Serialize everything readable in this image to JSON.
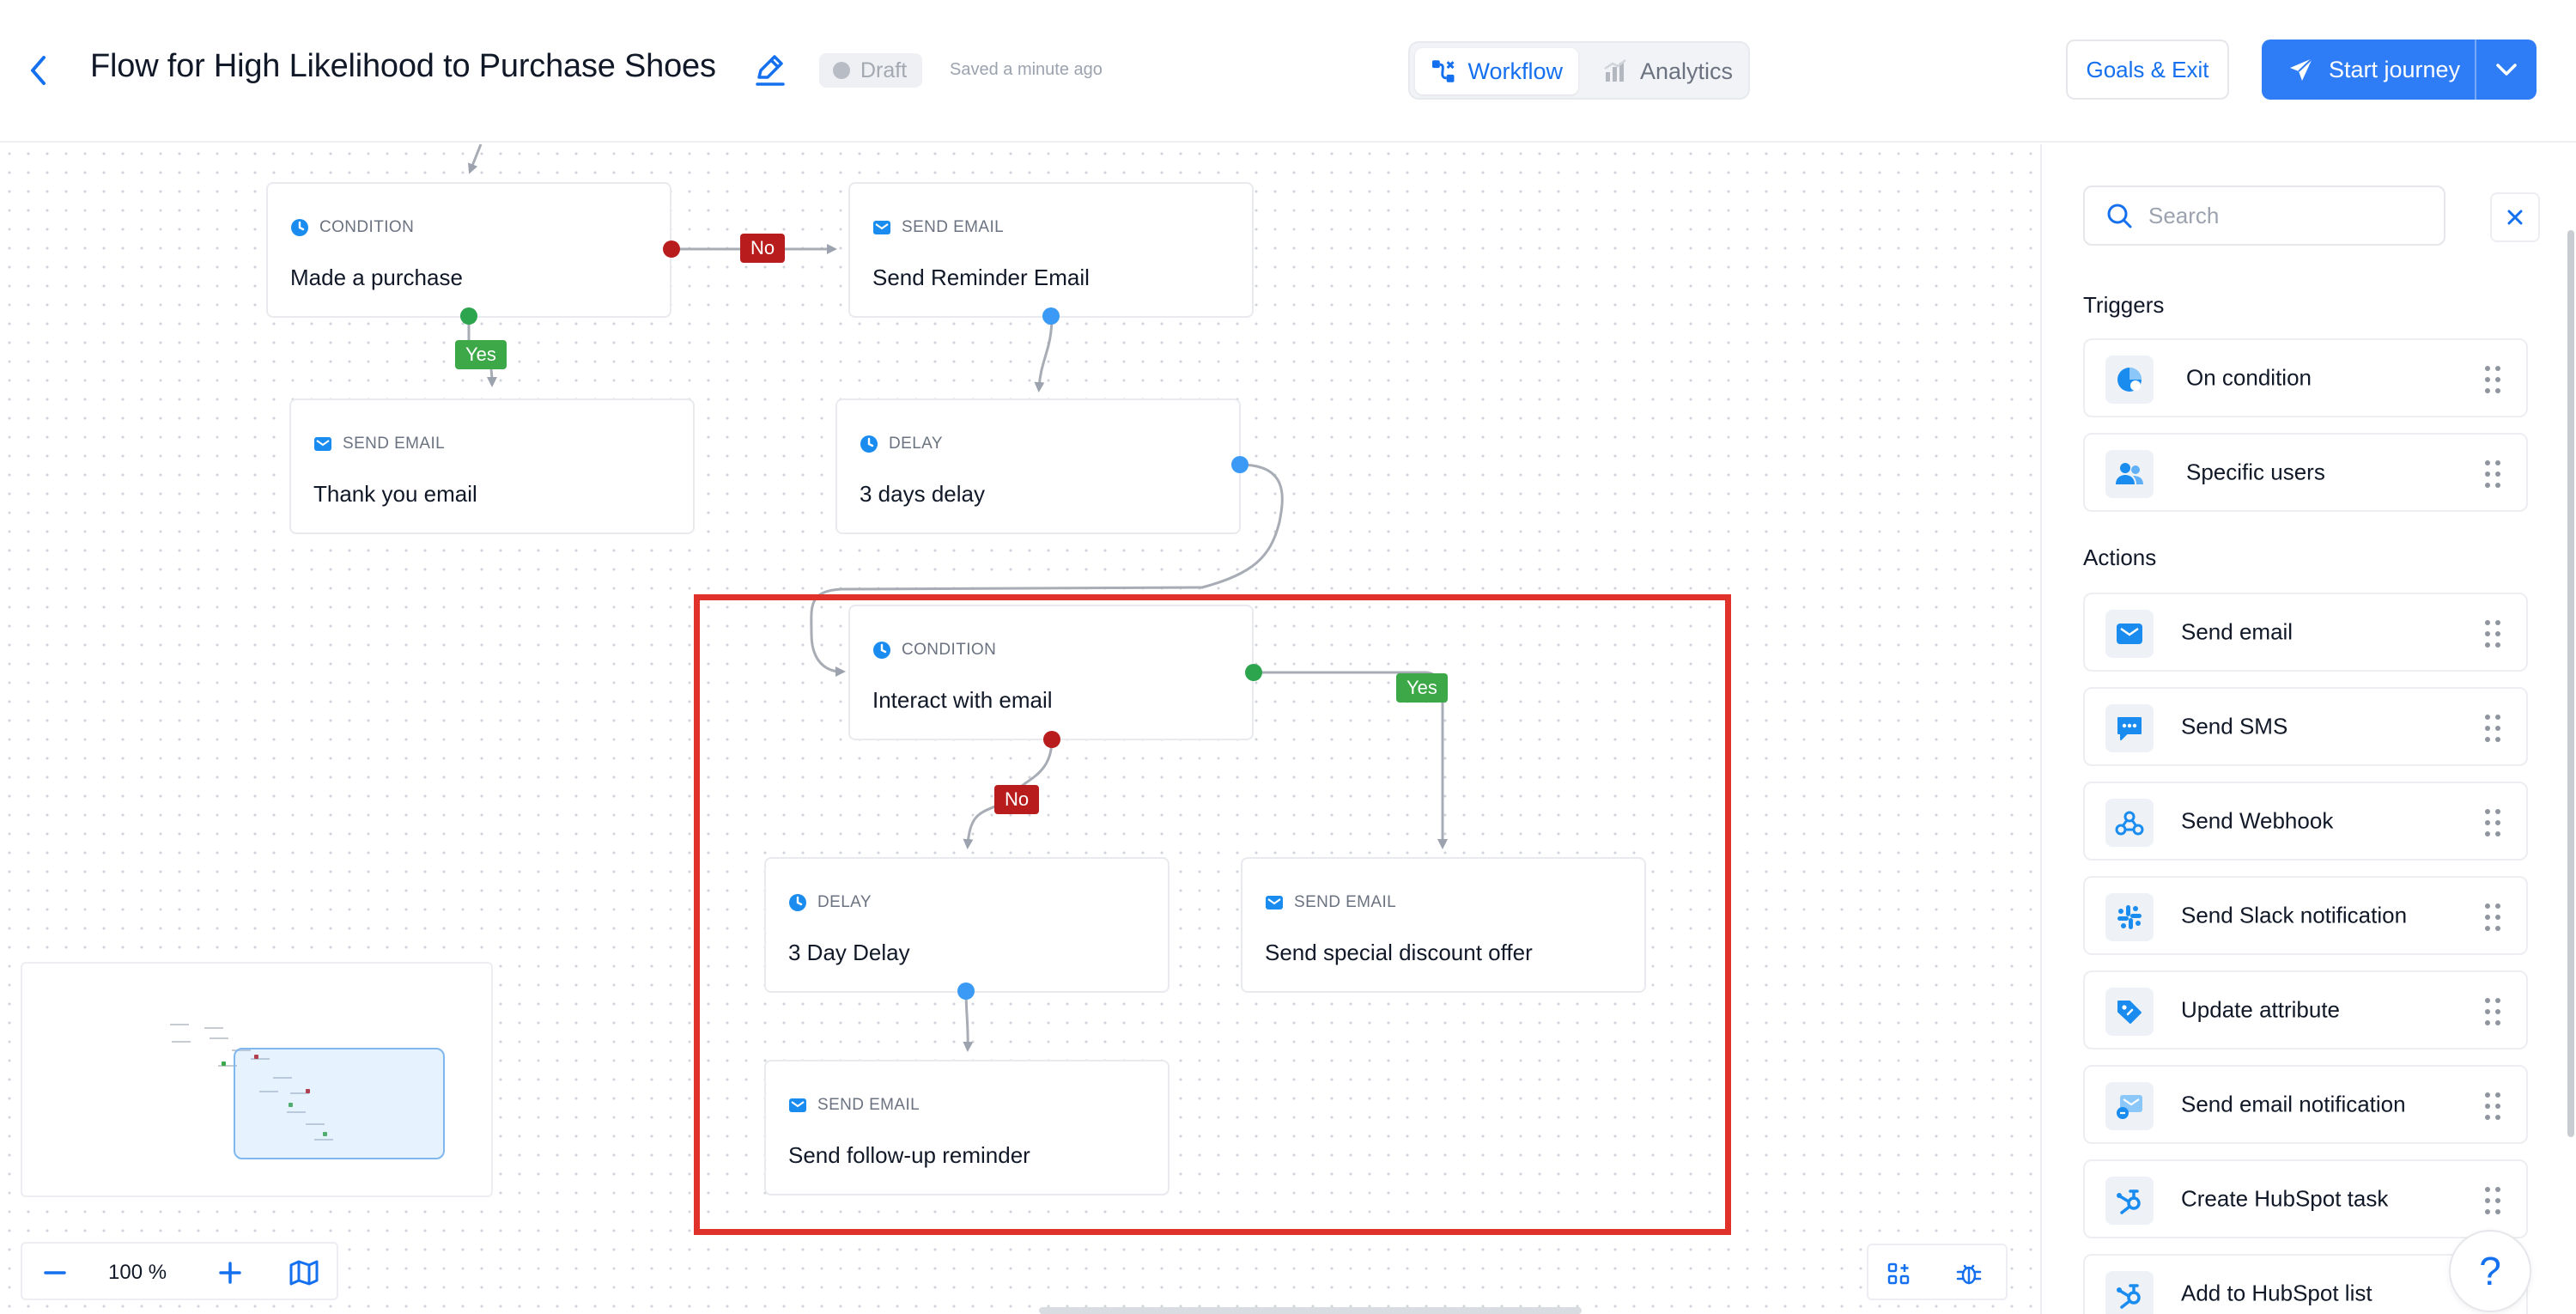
{
  "header": {
    "title": "Flow for High Likelihood to Purchase Shoes",
    "status": "Draft",
    "saved": "Saved a minute ago",
    "tabs": [
      {
        "label": "Workflow",
        "active": true
      },
      {
        "label": "Analytics",
        "active": false
      }
    ],
    "goals_label": "Goals & Exit",
    "start_label": "Start journey"
  },
  "canvas": {
    "nodes": [
      {
        "type": "CONDITION",
        "label": "Made a purchase"
      },
      {
        "type": "SEND EMAIL",
        "label": "Send Reminder Email"
      },
      {
        "type": "SEND EMAIL",
        "label": "Thank you email"
      },
      {
        "type": "DELAY",
        "label": "3 days delay"
      },
      {
        "type": "CONDITION",
        "label": "Interact with email"
      },
      {
        "type": "DELAY",
        "label": "3 Day Delay"
      },
      {
        "type": "SEND EMAIL",
        "label": "Send special discount offer"
      },
      {
        "type": "SEND EMAIL",
        "label": "Send follow-up reminder"
      }
    ],
    "edge_labels": {
      "no": "No",
      "yes": "Yes"
    },
    "zoom": "100 %"
  },
  "sidebar": {
    "search_placeholder": "Search",
    "triggers_title": "Triggers",
    "triggers": [
      {
        "label": "On condition",
        "icon": "condition-icon"
      },
      {
        "label": "Specific users",
        "icon": "users-icon"
      }
    ],
    "actions_title": "Actions",
    "actions": [
      {
        "label": "Send email",
        "icon": "mail-icon"
      },
      {
        "label": "Send SMS",
        "icon": "sms-icon"
      },
      {
        "label": "Send Webhook",
        "icon": "webhook-icon"
      },
      {
        "label": "Send Slack notification",
        "icon": "slack-icon"
      },
      {
        "label": "Update attribute",
        "icon": "tag-icon"
      },
      {
        "label": "Send email notification",
        "icon": "email-notification-icon"
      },
      {
        "label": "Create HubSpot task",
        "icon": "hubspot-icon"
      },
      {
        "label": "Add to HubSpot list",
        "icon": "hubspot-icon"
      }
    ],
    "help": "?"
  },
  "colors": {
    "accent": "#2e7cf6",
    "link": "#1570ef",
    "no": "#b91c1c",
    "yes": "#3da847",
    "highlight": "#e0322b"
  }
}
